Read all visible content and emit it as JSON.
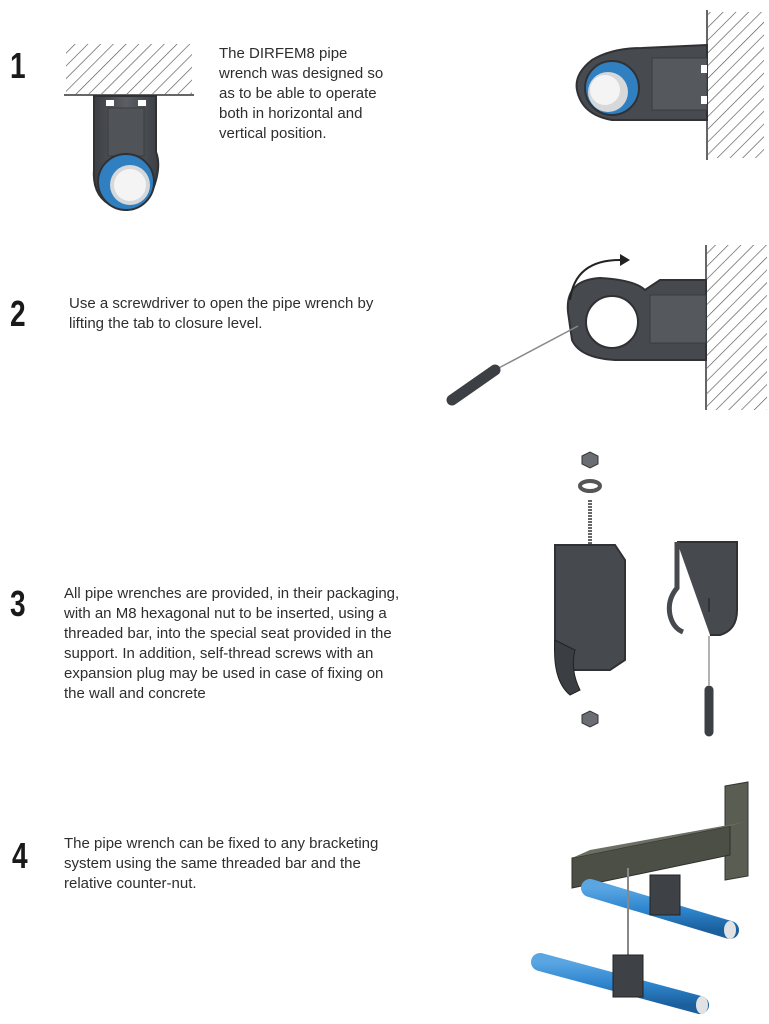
{
  "steps": [
    {
      "number": "1",
      "text": "The DIRFEM8 pipe wrench was designed so as to be able to operate both in horizontal and vertical position.",
      "lines": [
        "The DIRFEM8 pipe",
        "wrench was designed so",
        "as to be able to operate",
        "both in horizontal and",
        "vertical position."
      ],
      "illustrations": [
        "clamp-vertical-ceiling",
        "clamp-horizontal-wall"
      ]
    },
    {
      "number": "2",
      "text": "Use a screwdriver to open the pipe wrench by lifting the tab to closure level.",
      "lines": [
        "Use a screwdriver to open the pipe wrench by",
        "lifting the tab to closure level."
      ],
      "illustrations": [
        "screwdriver-opening-clamp"
      ]
    },
    {
      "number": "3",
      "text": "All pipe wrenches are provided, in their packaging, with an M8 hexagonal nut to be inserted, using a threaded bar, into the special seat provided in the support. In addition, self-thread screws with an expansion plug may be used in case of fixing on the wall and concrete",
      "lines": [
        "All pipe wrenches are provided, in their packaging,",
        "with an M8 hexagonal nut to be inserted, using a",
        "threaded bar, into the special seat provided in the",
        "support. In addition, self-thread screws with an",
        "expansion plug may be used in case of fixing on",
        "the wall and concrete"
      ],
      "illustrations": [
        "exploded-clamp-threaded-bar",
        "clamp-with-screw-and-screwdriver"
      ]
    },
    {
      "number": "4",
      "text": "The pipe wrench can be fixed to any bracketing system using the same threaded bar and the relative counter-nut.",
      "lines": [
        "The pipe wrench can be fixed to any bracketing",
        "system using the same threaded bar and the",
        "relative counter-nut."
      ],
      "illustrations": [
        "bracket-with-pipes"
      ]
    }
  ],
  "colors": {
    "clamp_body": "#4a4d52",
    "clamp_dark": "#2f3134",
    "pipe_blue": "#2f7fc1",
    "pipe_inner": "#d6d8da",
    "bracket": "#4c4f45",
    "hatch": "#555555"
  }
}
